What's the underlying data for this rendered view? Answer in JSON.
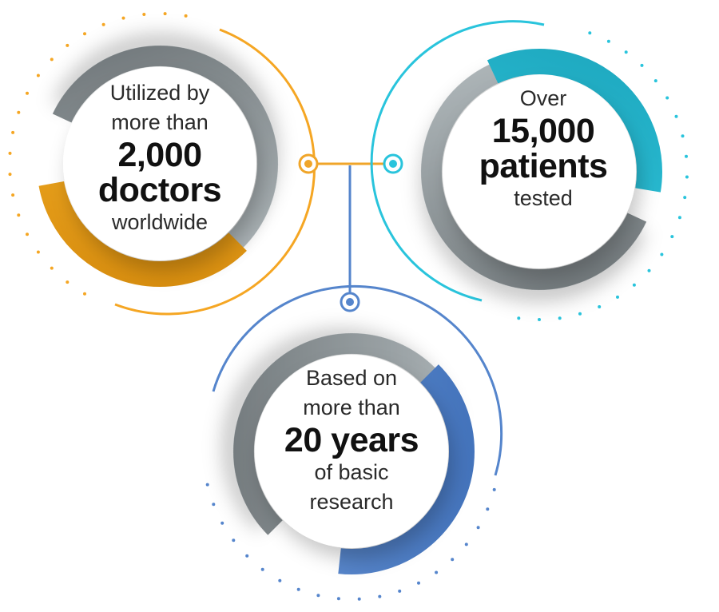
{
  "colors": {
    "orange": "#f5a623",
    "teal": "#29c4dc",
    "blue": "#5585cc",
    "gray": "#a9b0b3"
  },
  "stats": {
    "doctors": {
      "line1": "Utilized by",
      "line2": "more than",
      "big1": "2,000",
      "big2": "doctors",
      "line3": "worldwide"
    },
    "patients": {
      "line1": "Over",
      "big1": "15,000",
      "big2": "patients",
      "line2": "tested"
    },
    "research": {
      "line1": "Based on",
      "line2": "more than",
      "big1": "20 years",
      "line3": "of basic",
      "line4": "research"
    }
  }
}
